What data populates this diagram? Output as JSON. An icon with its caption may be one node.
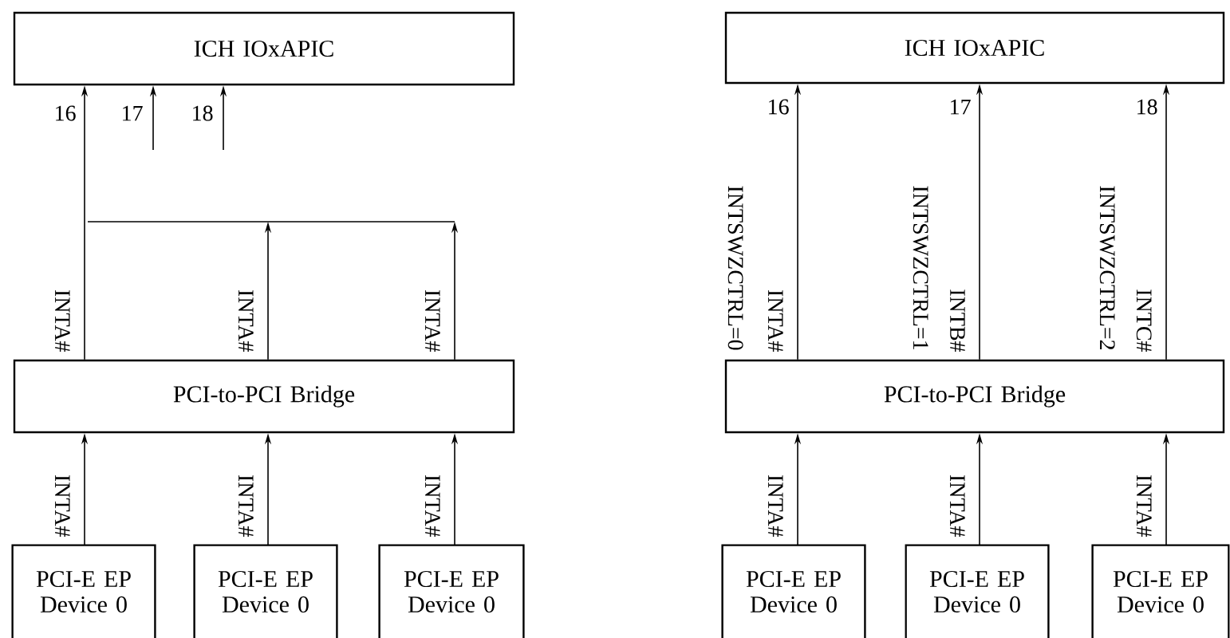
{
  "diagram": {
    "nodes": [
      {
        "text": [
          "ICH IOxAPIC"
        ]
      },
      {
        "text": [
          "PCI-to-PCI Bridge"
        ]
      },
      {
        "text": [
          "PCI-E EP Device 0"
        ]
      },
      {
        "text": [
          "PCI-E EP Device 0"
        ]
      },
      {
        "text": [
          "PCI-E EP Device 0"
        ]
      },
      {
        "text": [
          "ICH IOxAPIC"
        ]
      },
      {
        "text": [
          "PCI-to-PCI Bridge"
        ]
      },
      {
        "text": [
          "PCI-E EP Device 0"
        ]
      },
      {
        "text": [
          "PCI-E EP Device 0"
        ]
      },
      {
        "text": [
          "PCI-E EP Device 0"
        ]
      }
    ],
    "edges": [
      {
        "from": 1,
        "to": 0,
        "arrow": "to",
        "label": "INTA#"
      },
      {
        "from": 1,
        "to": null,
        "arrow": "to",
        "label": "INTA#"
      },
      {
        "from": 1,
        "to": null,
        "arrow": "to",
        "label": "INTA#"
      },
      {
        "from": null,
        "to": 0,
        "arrow": "to"
      },
      {
        "from": null,
        "to": 0,
        "arrow": "to"
      },
      {
        "from": 2,
        "to": 1,
        "arrow": "to",
        "label": "INTA#"
      },
      {
        "from": 3,
        "to": 1,
        "arrow": "to",
        "label": "INTA#"
      },
      {
        "from": 4,
        "to": 1,
        "arrow": "to",
        "label": "INTA#"
      },
      {
        "from": 6,
        "to": 5,
        "arrow": "to",
        "label": "INTA#"
      },
      {
        "from": 6,
        "to": 5,
        "arrow": "to",
        "label": "INTB#"
      },
      {
        "from": 6,
        "to": 5,
        "arrow": "to",
        "label": "INTC#"
      },
      {
        "from": 7,
        "to": 6,
        "arrow": "to",
        "label": "INTA#"
      },
      {
        "from": 8,
        "to": 6,
        "arrow": "to",
        "label": "INTA#"
      },
      {
        "from": 9,
        "to": 6,
        "arrow": "to",
        "label": "INTA#"
      }
    ],
    "labels": [
      "16",
      "17",
      "18",
      "16",
      "17",
      "18",
      "INTSWZCTRL=0",
      "INTSWZCTRL=1",
      "INTSWZCTRL=2"
    ]
  }
}
